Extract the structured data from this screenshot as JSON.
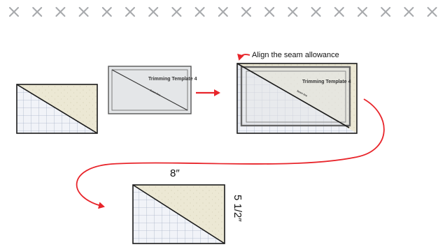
{
  "border_icon": "cross-mark-icon",
  "border_count": 19,
  "colors": {
    "fabric_print": "#ece8d4",
    "fabric_grid": "#f1f3f8",
    "grid_line": "#aab4c8",
    "template_fill": "#e4e6e8",
    "outline": "#1a1a1a",
    "arrow": "#e8252b",
    "border_mark": "#a7a9ac"
  },
  "template": {
    "name": "Trimming Template 4",
    "small_text": "Seam line"
  },
  "callout": {
    "text": "Align the seam allowance"
  },
  "dimensions": {
    "width": "8″",
    "height": "5 1/2″"
  }
}
